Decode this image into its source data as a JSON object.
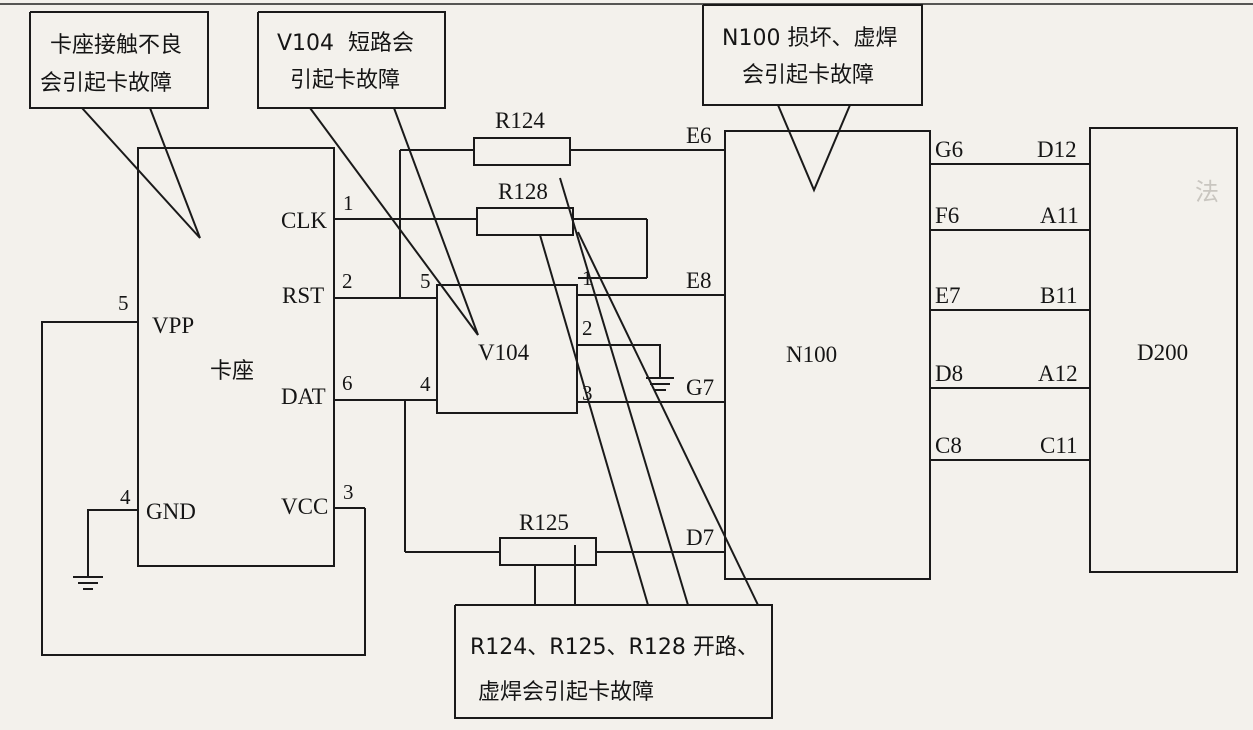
{
  "callouts": {
    "card_socket_line1": "卡座接触不良",
    "card_socket_line2": "会引起卡故障",
    "v104_line1": "V104  短路会",
    "v104_line2": "引起卡故障",
    "n100_line1": "N100 损坏、虚焊",
    "n100_line2": "会引起卡故障",
    "resistors_line1": "R124、R125、R128 开路、",
    "resistors_line2": "虚焊会引起卡故障"
  },
  "components": {
    "card_socket": {
      "name": "卡座",
      "pins": {
        "clk": "CLK",
        "clk_num": "1",
        "rst": "RST",
        "rst_num": "2",
        "dat": "DAT",
        "dat_num": "6",
        "vcc": "VCC",
        "vcc_num": "3",
        "vpp": "VPP",
        "vpp_num": "5",
        "gnd": "GND",
        "gnd_num": "4"
      }
    },
    "v104": {
      "name": "V104",
      "pin5": "5",
      "pin4": "4",
      "pin1": "1",
      "pin2": "2",
      "pin3": "3"
    },
    "n100": {
      "name": "N100",
      "pins_left": [
        "E6",
        "E8",
        "G7",
        "D7"
      ],
      "pins_right": [
        "G6",
        "F6",
        "E7",
        "D8",
        "C8"
      ]
    },
    "d200": {
      "name": "D200",
      "pins": [
        "D12",
        "A11",
        "B11",
        "A12",
        "C11"
      ]
    },
    "resistors": {
      "r124": "R124",
      "r128": "R128",
      "r125": "R125"
    }
  }
}
